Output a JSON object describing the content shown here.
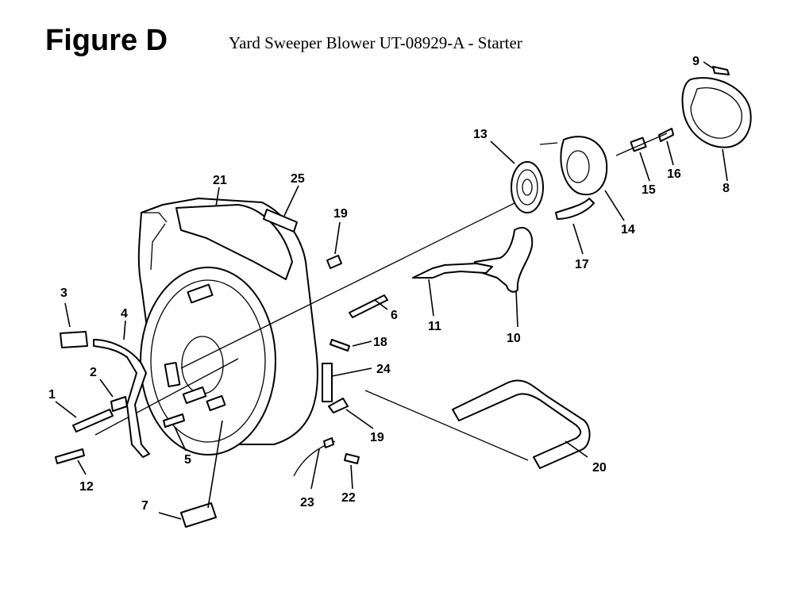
{
  "figure": {
    "title": "Figure D",
    "subtitle": "Yard Sweeper Blower UT-08929-A - Starter"
  },
  "callouts": [
    "1",
    "2",
    "3",
    "4",
    "5",
    "6",
    "7",
    "8",
    "9",
    "10",
    "11",
    "12",
    "13",
    "14",
    "15",
    "16",
    "17",
    "18",
    "19",
    "19",
    "20",
    "21",
    "22",
    "23",
    "24",
    "25"
  ]
}
